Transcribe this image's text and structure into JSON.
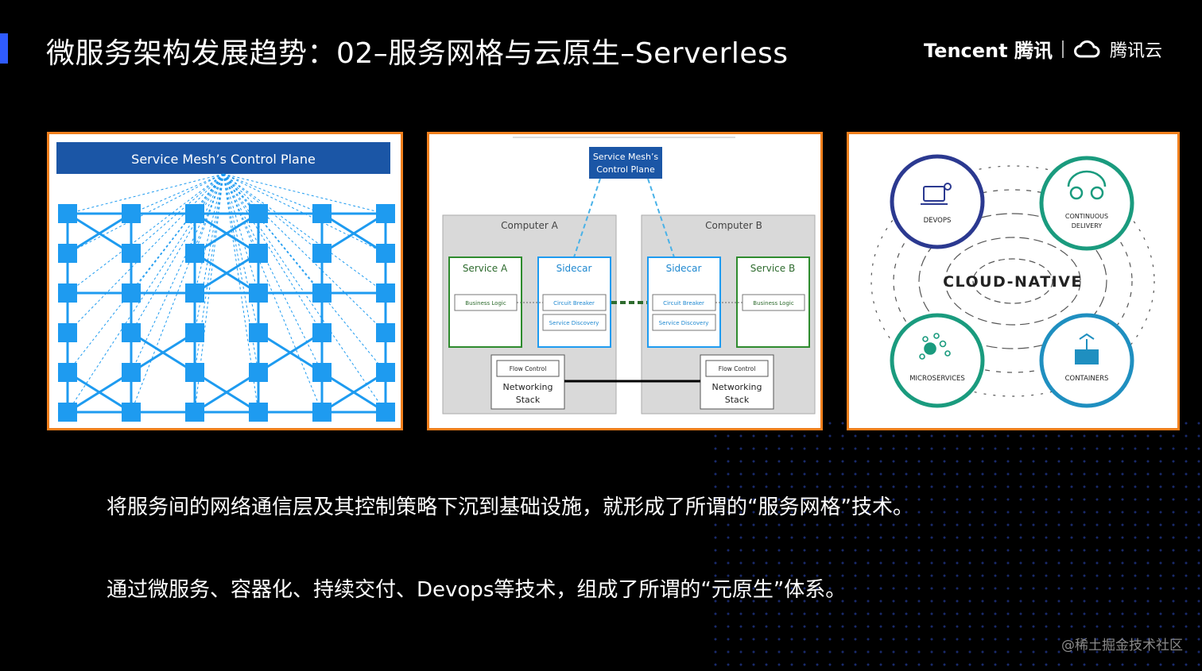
{
  "title": "微服务架构发展趋势：02–服务网格与云原生–Serverless",
  "brand": {
    "tencent": "Tencent 腾讯",
    "cloud": "腾讯云"
  },
  "panel1": {
    "heading": "Service Mesh’s Control Plane"
  },
  "panel2": {
    "control_plane_line1": "Service Mesh’s",
    "control_plane_line2": "Control Plane",
    "computer_a": "Computer A",
    "computer_b": "Computer B",
    "service_a": "Service A",
    "service_b": "Service B",
    "sidecar_a": "Sidecar",
    "sidecar_b": "Sidecar",
    "business_logic": "Business Logic",
    "circuit_breaker": "Circuit Breaker",
    "service_discovery": "Service Discovery",
    "flow_control": "Flow Control",
    "networking": "Networking",
    "stack": "Stack"
  },
  "panel3": {
    "center": "CLOUD-NATIVE",
    "devops": "DEVOPS",
    "cd_line1": "CONTINUOUS",
    "cd_line2": "DELIVERY",
    "microservices": "MICROSERVICES",
    "containers": "CONTAINERS",
    "colors": {
      "devops": "#2b3990",
      "continuous_delivery": "#1a9b7e",
      "microservices": "#1a9b7e",
      "containers": "#1f8fc0"
    }
  },
  "captions": [
    "将服务间的网络通信层及其控制策略下沉到基础设施，就形成了所谓的“服务网格”技术。",
    "通过微服务、容器化、持续交付、Devops等技术，组成了所谓的“元原生”体系。"
  ],
  "watermark": "@稀土掘金技术社区",
  "colors": {
    "accent": "#2f5bff",
    "panel_border": "#f07f1c",
    "mesh_blue": "#1e9bf0",
    "heading_bar": "#1b56a6"
  }
}
